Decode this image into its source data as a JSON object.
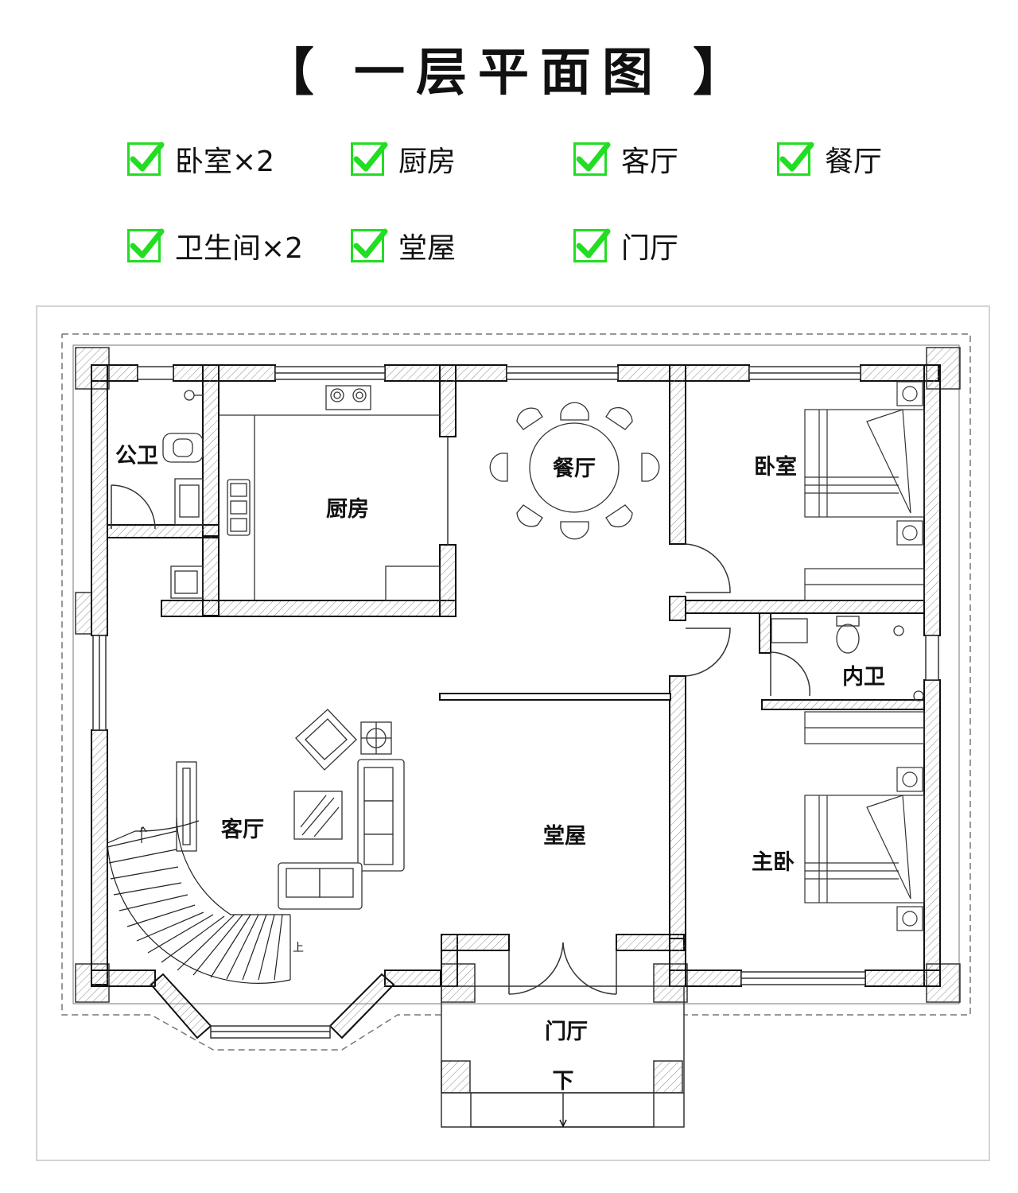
{
  "title": "【 一层平面图 】",
  "features": [
    {
      "label": "卧室×2"
    },
    {
      "label": "厨房"
    },
    {
      "label": "客厅"
    },
    {
      "label": "餐厅"
    },
    {
      "label": "卫生间×2"
    },
    {
      "label": "堂屋"
    },
    {
      "label": "门厅"
    }
  ],
  "colors": {
    "check": "#22dd22",
    "wall": "#111111",
    "hatch": "#888888",
    "frame": "#d4d4d4"
  },
  "rooms": {
    "public_bath": "公卫",
    "kitchen": "厨房",
    "dining": "餐厅",
    "bedroom": "卧室",
    "inner_bath": "内卫",
    "living": "客厅",
    "hall": "堂屋",
    "master": "主卧",
    "foyer": "门厅"
  },
  "stair_labels": {
    "up": "上",
    "down": "下"
  }
}
